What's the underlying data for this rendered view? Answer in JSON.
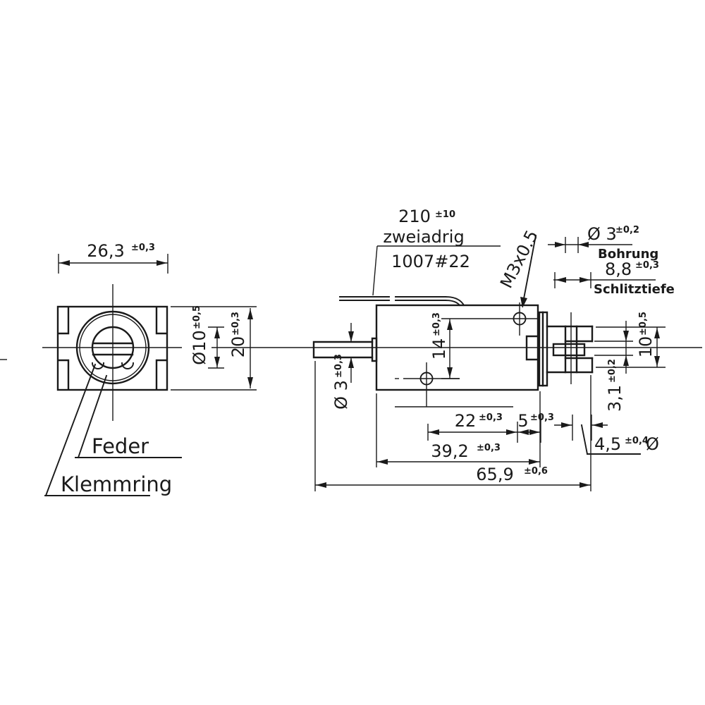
{
  "colors": {
    "ink": "#1a1a1a",
    "paper": "#ffffff"
  },
  "front_view": {
    "width": {
      "value": "26,3",
      "tol": "±0,3"
    },
    "plunger_dia": {
      "value": "Ø10",
      "tol": "±0,5"
    },
    "height": {
      "value": "20",
      "tol": "±0,3"
    },
    "spring_label": "Feder",
    "clamp_ring_label": "Klemmring"
  },
  "side_view": {
    "wire_length": {
      "value": "210",
      "tol": "±10"
    },
    "wire_type": "zweiadrig",
    "wire_gauge": "1007#22",
    "thread": "M3x0.5",
    "shaft_dia": {
      "value": "Ø 3",
      "tol": "±0,3"
    },
    "hole_spacing": {
      "value": "14",
      "tol": "±0,3"
    },
    "bore": {
      "value": "Ø 3",
      "tol": "±0,2",
      "label": "Bohrung"
    },
    "slot_depth": {
      "value": "8,8",
      "tol": "±0,3",
      "label": "Schlitztiefe"
    },
    "slot_width": {
      "value": "3,1",
      "tol": "±0,2"
    },
    "end_height": {
      "value": "10",
      "tol": "±0,5"
    },
    "hole_to_groove": {
      "value": "22",
      "tol": "±0,3"
    },
    "groove_width": {
      "value": "5",
      "tol": "±0,3"
    },
    "end_dia": {
      "value": "4,5",
      "tol": "±0,4",
      "suffix": "Ø"
    },
    "body_length": {
      "value": "39,2",
      "tol": "±0,3"
    },
    "total_length": {
      "value": "65,9",
      "tol": "±0,6"
    }
  }
}
